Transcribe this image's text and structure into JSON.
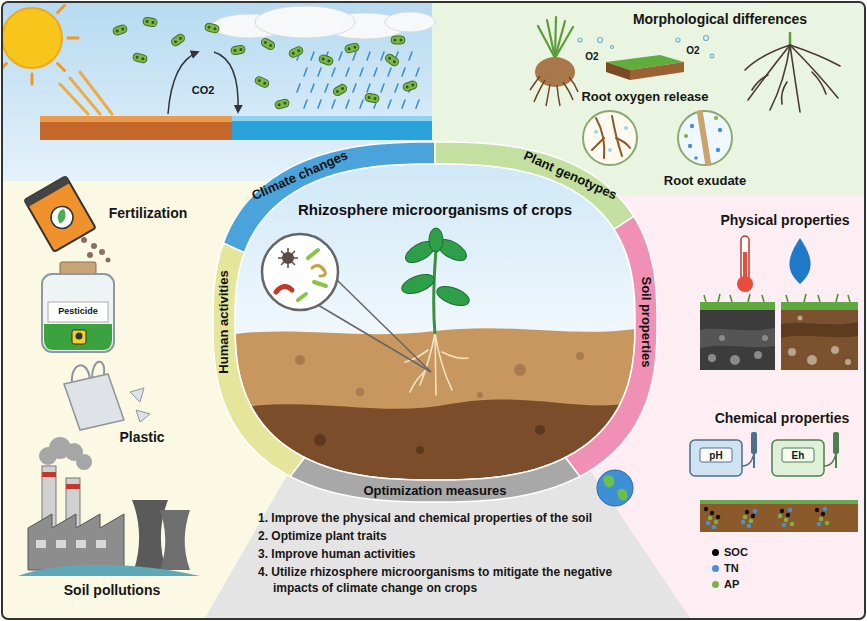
{
  "diagram": {
    "nodes": [
      {
        "text": [
          "Rhizosphere microorganisms of crops"
        ]
      },
      {
        "text": [
          "Climate changes"
        ]
      },
      {
        "text": [
          "Plant genotypes"
        ]
      },
      {
        "text": [
          "Soil properties"
        ]
      },
      {
        "text": [
          "Optimization measures"
        ]
      },
      {
        "text": [
          "Human activities"
        ]
      }
    ],
    "labels": [
      "CO2",
      "Morphological differences",
      "O2",
      "O2",
      "Root oxygen release",
      "Root exudate",
      "Physical properties",
      "Chemical properties",
      "pH",
      "Eh",
      "Fertilization",
      "Pesticide",
      "Plastic",
      "Soil pollutions",
      "1. Improve the physical and chemical properties of the soil",
      "2. Optimize plant traits",
      "3. Improve human activities",
      "4. Utilize rhizosphere microorganisms to mitigate the negative impacts of climate change on crops"
    ],
    "legend": [
      {
        "text": "SOC",
        "color": "#000000"
      },
      {
        "text": "TN",
        "color": "#4a90d9"
      },
      {
        "text": "AP",
        "color": "#7cb342"
      }
    ]
  }
}
